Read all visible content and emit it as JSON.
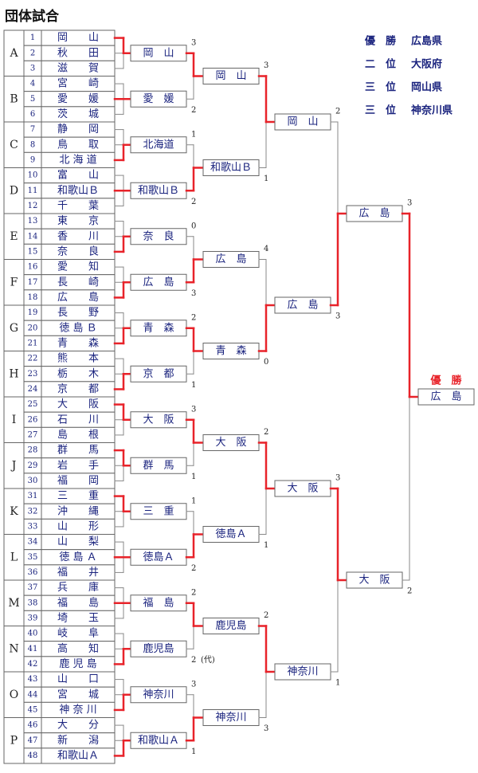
{
  "title": "団体試合",
  "groups": [
    "A",
    "B",
    "C",
    "D",
    "E",
    "F",
    "G",
    "H",
    "I",
    "J",
    "K",
    "L",
    "M",
    "N",
    "O",
    "P"
  ],
  "teams": [
    {
      "no": "1",
      "name": "岡　　山"
    },
    {
      "no": "2",
      "name": "秋　　田"
    },
    {
      "no": "3",
      "name": "滋　　賀"
    },
    {
      "no": "4",
      "name": "宮　　崎"
    },
    {
      "no": "5",
      "name": "愛　　媛"
    },
    {
      "no": "6",
      "name": "茨　　城"
    },
    {
      "no": "7",
      "name": "静　　岡"
    },
    {
      "no": "8",
      "name": "鳥　　取"
    },
    {
      "no": "9",
      "name": "北 海 道"
    },
    {
      "no": "10",
      "name": "富　　山"
    },
    {
      "no": "11",
      "name": "和歌山Ｂ"
    },
    {
      "no": "12",
      "name": "千　　葉"
    },
    {
      "no": "13",
      "name": "東　　京"
    },
    {
      "no": "14",
      "name": "香　　川"
    },
    {
      "no": "15",
      "name": "奈　　良"
    },
    {
      "no": "16",
      "name": "愛　　知"
    },
    {
      "no": "17",
      "name": "長　　崎"
    },
    {
      "no": "18",
      "name": "広　　島"
    },
    {
      "no": "19",
      "name": "長　　野"
    },
    {
      "no": "20",
      "name": "徳 島 Ｂ"
    },
    {
      "no": "21",
      "name": "青　　森"
    },
    {
      "no": "22",
      "name": "熊　　本"
    },
    {
      "no": "23",
      "name": "栃　　木"
    },
    {
      "no": "24",
      "name": "京　　都"
    },
    {
      "no": "25",
      "name": "大　　阪"
    },
    {
      "no": "26",
      "name": "石　　川"
    },
    {
      "no": "27",
      "name": "島　　根"
    },
    {
      "no": "28",
      "name": "群　　馬"
    },
    {
      "no": "29",
      "name": "岩　　手"
    },
    {
      "no": "30",
      "name": "福　　岡"
    },
    {
      "no": "31",
      "name": "三　　重"
    },
    {
      "no": "32",
      "name": "沖　　縄"
    },
    {
      "no": "33",
      "name": "山　　形"
    },
    {
      "no": "34",
      "name": "山　　梨"
    },
    {
      "no": "35",
      "name": "徳 島 Ａ"
    },
    {
      "no": "36",
      "name": "福　　井"
    },
    {
      "no": "37",
      "name": "兵　　庫"
    },
    {
      "no": "38",
      "name": "福　　島"
    },
    {
      "no": "39",
      "name": "埼　　玉"
    },
    {
      "no": "40",
      "name": "岐　　阜"
    },
    {
      "no": "41",
      "name": "高　　知"
    },
    {
      "no": "42",
      "name": "鹿 児 島"
    },
    {
      "no": "43",
      "name": "山　　口"
    },
    {
      "no": "44",
      "name": "宮　　城"
    },
    {
      "no": "45",
      "name": "神 奈 川"
    },
    {
      "no": "46",
      "name": "大　　分"
    },
    {
      "no": "47",
      "name": "新　　潟"
    },
    {
      "no": "48",
      "name": "和歌山Ａ"
    }
  ],
  "group_winners": [
    {
      "name": "岡　山",
      "winner_index": 0,
      "score": "3",
      "score_pos": "top"
    },
    {
      "name": "愛　媛",
      "winner_index": 1,
      "score": "2",
      "score_pos": "bottom"
    },
    {
      "name": "北海道",
      "winner_index": 2,
      "score": "1",
      "score_pos": "top"
    },
    {
      "name": "和歌山Ｂ",
      "winner_index": 1,
      "score": "2",
      "score_pos": "bottom"
    },
    {
      "name": "奈　良",
      "winner_index": 2,
      "score": "0",
      "score_pos": "top"
    },
    {
      "name": "広　島",
      "winner_index": 2,
      "score": "3",
      "score_pos": "bottom"
    },
    {
      "name": "青　森",
      "winner_index": 2,
      "score": "2",
      "score_pos": "top"
    },
    {
      "name": "京　都",
      "winner_index": 2,
      "score": "1",
      "score_pos": "bottom"
    },
    {
      "name": "大　阪",
      "winner_index": 0,
      "score": "3",
      "score_pos": "top"
    },
    {
      "name": "群　馬",
      "winner_index": 0,
      "score": "1",
      "score_pos": "bottom"
    },
    {
      "name": "三　重",
      "winner_index": 0,
      "score": "1",
      "score_pos": "top"
    },
    {
      "name": "徳島Ａ",
      "winner_index": 1,
      "score": "2",
      "score_pos": "bottom"
    },
    {
      "name": "福　島",
      "winner_index": 1,
      "score": "2",
      "score_pos": "top"
    },
    {
      "name": "鹿児島",
      "winner_index": 2,
      "score": "2",
      "score_pos": "bottom",
      "note": "(代)"
    },
    {
      "name": "神奈川",
      "winner_index": 2,
      "score": "3",
      "score_pos": "top"
    },
    {
      "name": "和歌山Ａ",
      "winner_index": 2,
      "score": "1",
      "score_pos": "bottom"
    }
  ],
  "round2": [
    {
      "name": "岡　山",
      "winner_index": 0,
      "score": "3",
      "score_pos": "top"
    },
    {
      "name": "和歌山Ｂ",
      "winner_index": 1,
      "score": "1",
      "score_pos": "bottom"
    },
    {
      "name": "広　島",
      "winner_index": 1,
      "score": "4",
      "score_pos": "top"
    },
    {
      "name": "青　森",
      "winner_index": 0,
      "score": "0",
      "score_pos": "bottom"
    },
    {
      "name": "大　阪",
      "winner_index": 0,
      "score": "2",
      "score_pos": "top"
    },
    {
      "name": "徳島Ａ",
      "winner_index": 1,
      "score": "1",
      "score_pos": "bottom"
    },
    {
      "name": "鹿児島",
      "winner_index": 0,
      "score": "2",
      "score_pos": "top"
    },
    {
      "name": "神奈川",
      "winner_index": 1,
      "score": "3",
      "score_pos": "bottom"
    }
  ],
  "round3": [
    {
      "name": "岡　山",
      "winner_index": 0,
      "score": "2",
      "score_pos": "top"
    },
    {
      "name": "広　島",
      "winner_index": 1,
      "score": "3",
      "score_pos": "bottom"
    },
    {
      "name": "大　阪",
      "winner_index": 0,
      "score": "3",
      "score_pos": "top"
    },
    {
      "name": "神奈川",
      "winner_index": 0,
      "score": "1",
      "score_pos": "bottom"
    }
  ],
  "round4": [
    {
      "name": "広　島",
      "winner_index": 1,
      "score": "3",
      "score_pos": "top"
    },
    {
      "name": "大　阪",
      "winner_index": 0,
      "score": "2",
      "score_pos": "bottom"
    }
  ],
  "champion": {
    "label": "優　勝",
    "name": "広　島"
  },
  "results": [
    {
      "rank": "優　勝",
      "team": "広島県"
    },
    {
      "rank": "二　位",
      "team": "大阪府"
    },
    {
      "rank": "三　位",
      "team": "岡山県"
    },
    {
      "rank": "三　位",
      "team": "神奈川県"
    }
  ],
  "colors": {
    "win_line": "#e8232a",
    "line": "#888888",
    "box_border": "#666666",
    "team_text": "#1a237e",
    "no_text": "#1a237e",
    "group_text": "#222222",
    "champion_label": "#e8232a"
  }
}
